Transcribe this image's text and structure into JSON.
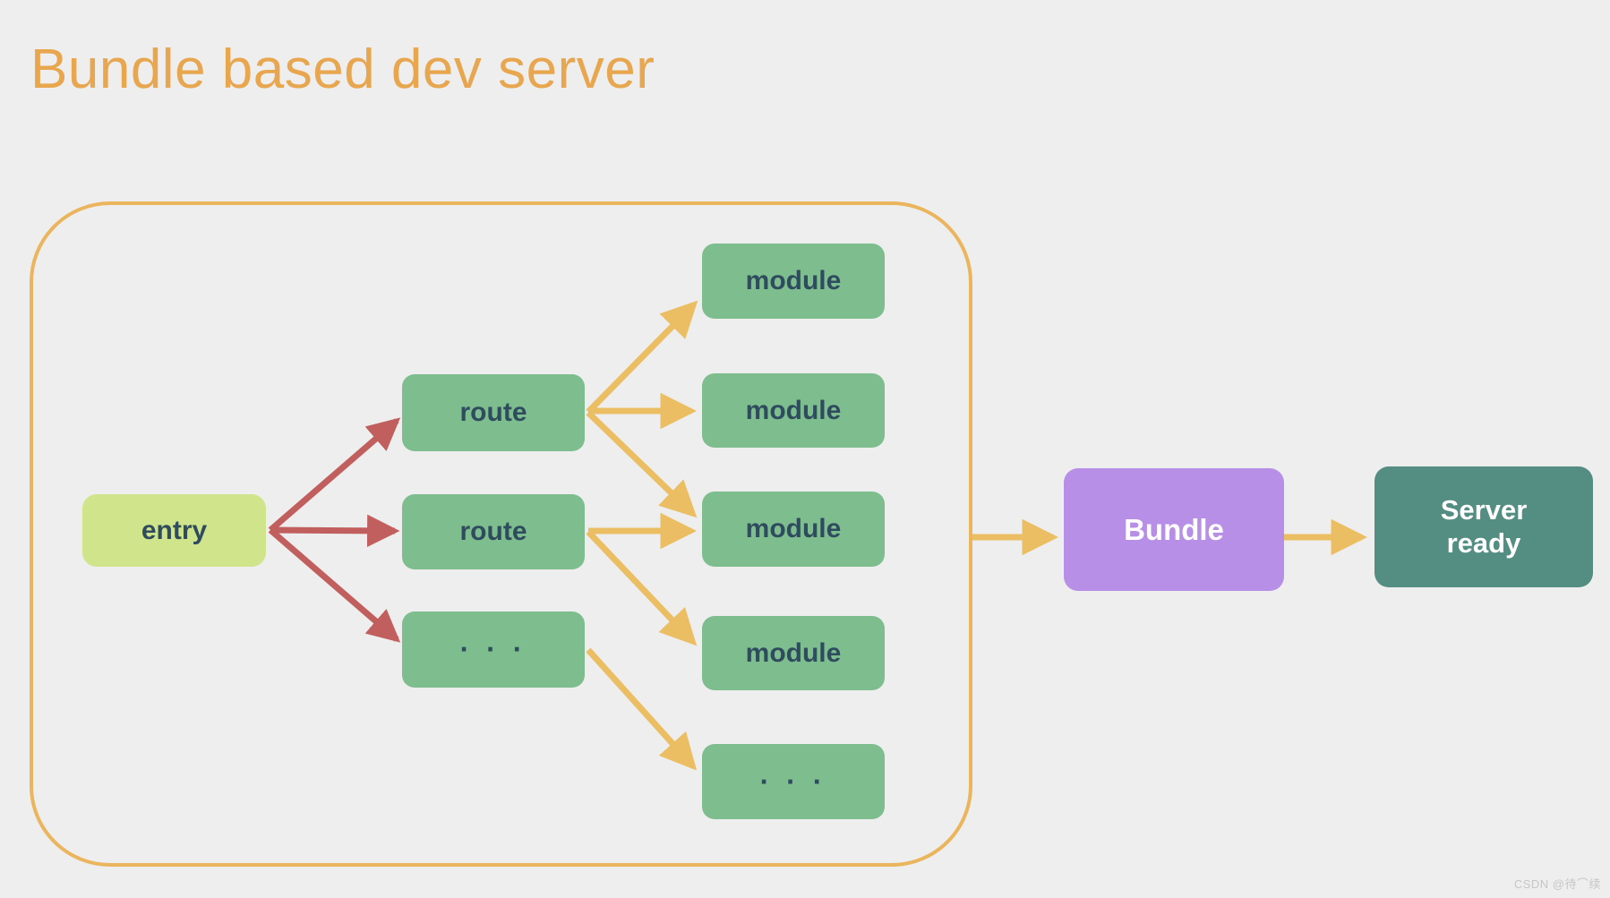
{
  "title": "Bundle based dev server",
  "watermark": "CSDN @待⌒续",
  "colors": {
    "background": "#EEEEEE",
    "title": "#E8A64F",
    "container_border": "#EBB55E",
    "entry_fill": "#CFE48B",
    "node_fill": "#7EBE8E",
    "node_text": "#2F4B5E",
    "entry_arrow": "#C15E5E",
    "module_arrow": "#ECBE63",
    "bundle_fill": "#B88FE6",
    "bundle_text": "#FFFFFF",
    "server_fill": "#548D82",
    "server_text": "#FFFFFF"
  },
  "nodes": {
    "entry": "entry",
    "route1": "route",
    "route2": "route",
    "routes_more": "· · ·",
    "module1": "module",
    "module2": "module",
    "module3": "module",
    "module4": "module",
    "modules_more": "· · ·",
    "bundle": "Bundle",
    "server_ready": "Server\nready"
  },
  "edges": [
    {
      "from": "entry",
      "to": "route1",
      "color": "#C15E5E"
    },
    {
      "from": "entry",
      "to": "route2",
      "color": "#C15E5E"
    },
    {
      "from": "entry",
      "to": "routes_more",
      "color": "#C15E5E"
    },
    {
      "from": "route1",
      "to": "module1",
      "color": "#ECBE63"
    },
    {
      "from": "route1",
      "to": "module2",
      "color": "#ECBE63"
    },
    {
      "from": "route1",
      "to": "module3",
      "color": "#ECBE63"
    },
    {
      "from": "route2",
      "to": "module3",
      "color": "#ECBE63"
    },
    {
      "from": "route2",
      "to": "module4",
      "color": "#ECBE63"
    },
    {
      "from": "routes_more",
      "to": "modules_more",
      "color": "#ECBE63"
    },
    {
      "from": "scope_container",
      "to": "bundle",
      "color": "#ECBE63"
    },
    {
      "from": "bundle",
      "to": "server_ready",
      "color": "#ECBE63"
    }
  ]
}
